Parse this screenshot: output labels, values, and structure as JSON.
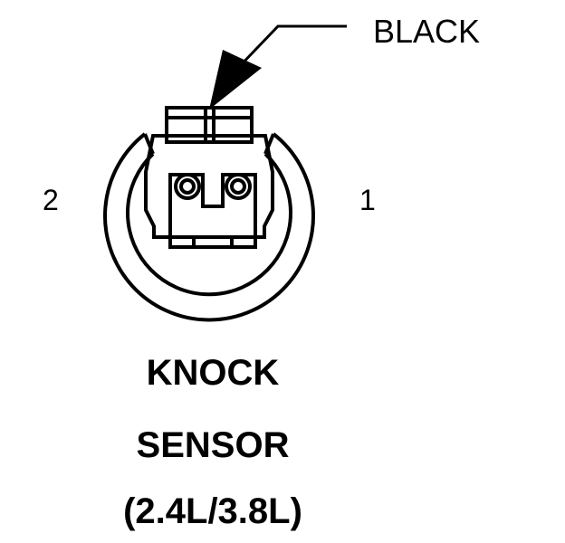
{
  "wire_color_label": "BLACK",
  "pins": {
    "left": "2",
    "right": "1"
  },
  "title": {
    "line1": "KNOCK",
    "line2": "SENSOR",
    "line3": "(2.4L/3.8L)"
  }
}
